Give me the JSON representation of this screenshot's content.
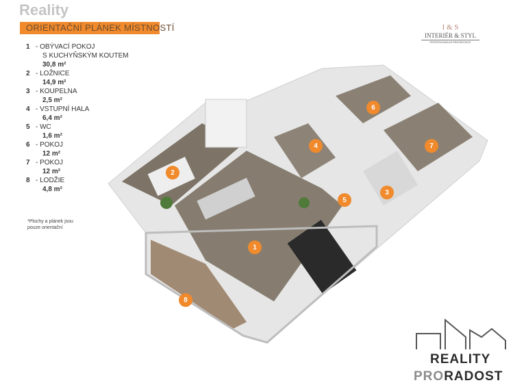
{
  "watermark": "Reality",
  "title": "ORIENTAČNÍ PLÁNEK MÍSTNOSTÍ",
  "rooms": [
    {
      "num": "1",
      "name": "- OBÝVACÍ POKOJ",
      "name2": "S KUCHYŇSKÝM KOUTEM",
      "area": "30,8 m²"
    },
    {
      "num": "2",
      "name": "- LOŽNICE",
      "area": "14,9 m²"
    },
    {
      "num": "3",
      "name": "- KOUPELNA",
      "area": "2,5 m²"
    },
    {
      "num": "4",
      "name": "- VSTUPNÍ HALA",
      "area": "6,4 m²"
    },
    {
      "num": "5",
      "name": "- WC",
      "area": "1,6 m²"
    },
    {
      "num": "6",
      "name": "- POKOJ",
      "area": "12 m²"
    },
    {
      "num": "7",
      "name": "- POKOJ",
      "area": "12 m²"
    },
    {
      "num": "8",
      "name": "- LODŽIE",
      "area": "4,8 m²"
    }
  ],
  "note": "*Plochy a plánek jsou pouze orientační",
  "brand_logo": {
    "monogram": "I & S",
    "name": "INTERIÉR & STYL",
    "tagline": "PROFESIONÁLNÍ PREZENTACE"
  },
  "agency_logo": {
    "line1": "REALITY",
    "pro": "PRO",
    "radost": "RADOST"
  },
  "accent_color": "#f08a2c"
}
